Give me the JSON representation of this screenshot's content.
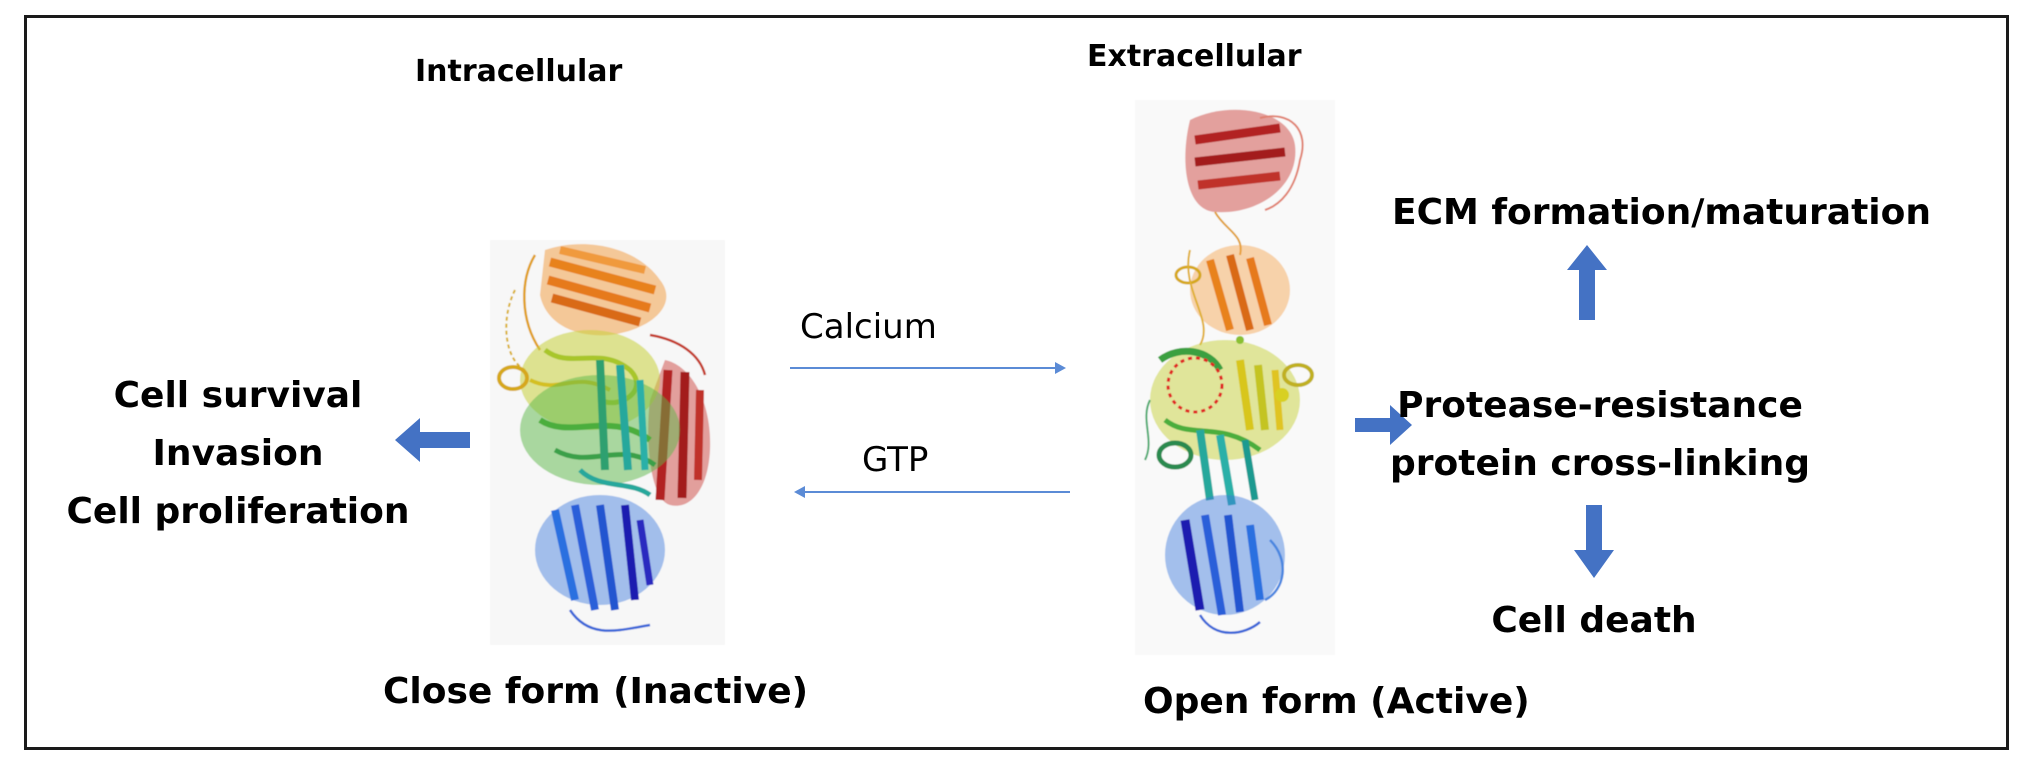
{
  "headings": {
    "intracellular": "Intracellular",
    "extracellular": "Extracellular"
  },
  "left_outcomes": [
    "Cell survival",
    "Invasion",
    "Cell proliferation"
  ],
  "forms": {
    "close": "Close form (Inactive)",
    "open": "Open form (Active)"
  },
  "transitions": {
    "forward": "Calcium",
    "reverse": "GTP"
  },
  "right_outcomes": {
    "top": "ECM formation/maturation",
    "middle_line1": "Protease-resistance",
    "middle_line2": "protein cross-linking",
    "bottom": "Cell death"
  },
  "colors": {
    "arrow_fat": "#4472c4",
    "arrow_thin": "#5b8bd6",
    "domain_red": "#b22222",
    "domain_orange": "#e8821e",
    "domain_yellow": "#d8c61e",
    "domain_green": "#4cae3c",
    "domain_teal": "#27a89c",
    "domain_blue": "#2b5fd9",
    "domain_navy": "#1c1cb0",
    "highlight_circle": "#e02020"
  }
}
